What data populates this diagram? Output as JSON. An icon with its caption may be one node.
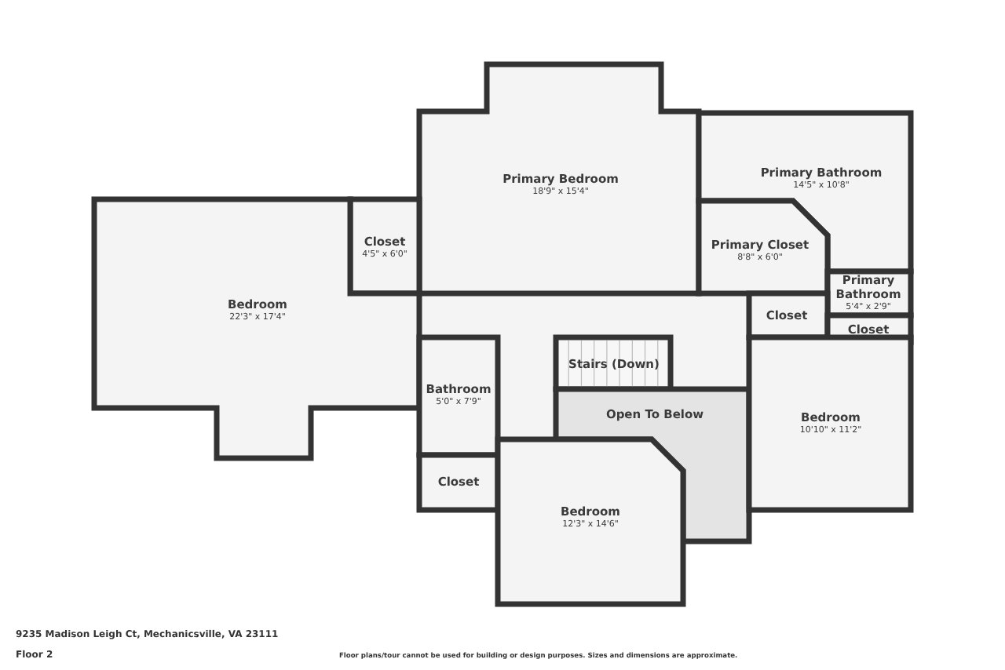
{
  "diagram": {
    "nodes": [
      {
        "text": [
          "Primary Bedroom",
          "18'9\" x 15'4\""
        ]
      },
      {
        "text": [
          "Primary Bathroom",
          "14'5\" x 10'8\""
        ]
      },
      {
        "text": [
          "Closet",
          "4'5\" x 6'0\""
        ]
      },
      {
        "text": [
          "Primary Closet",
          "8'8\" x 6'0\""
        ]
      },
      {
        "text": [
          "Bedroom",
          "22'3\" x 17'4\""
        ]
      },
      {
        "text": [
          "Primary Bathroom",
          "5'4\" x 2'9\""
        ]
      },
      {
        "text": [
          "Closet"
        ]
      },
      {
        "text": [
          "Closet"
        ]
      },
      {
        "text": [
          "Stairs (Down)"
        ]
      },
      {
        "text": [
          "Bathroom",
          "5'0\" x 7'9\""
        ]
      },
      {
        "text": [
          "Open To Below"
        ]
      },
      {
        "text": [
          "Bedroom",
          "10'10\" x 11'2\""
        ]
      },
      {
        "text": [
          "Closet"
        ]
      },
      {
        "text": [
          "Bedroom",
          "12'3\" x 14'6\""
        ]
      }
    ],
    "labels": [
      "9235 Madison Leigh Ct, Mechanicsville, VA 23111",
      "Floor 2",
      "Floor plans/tour cannot be used for building or design purposes. Sizes and dimensions are approximate."
    ]
  }
}
